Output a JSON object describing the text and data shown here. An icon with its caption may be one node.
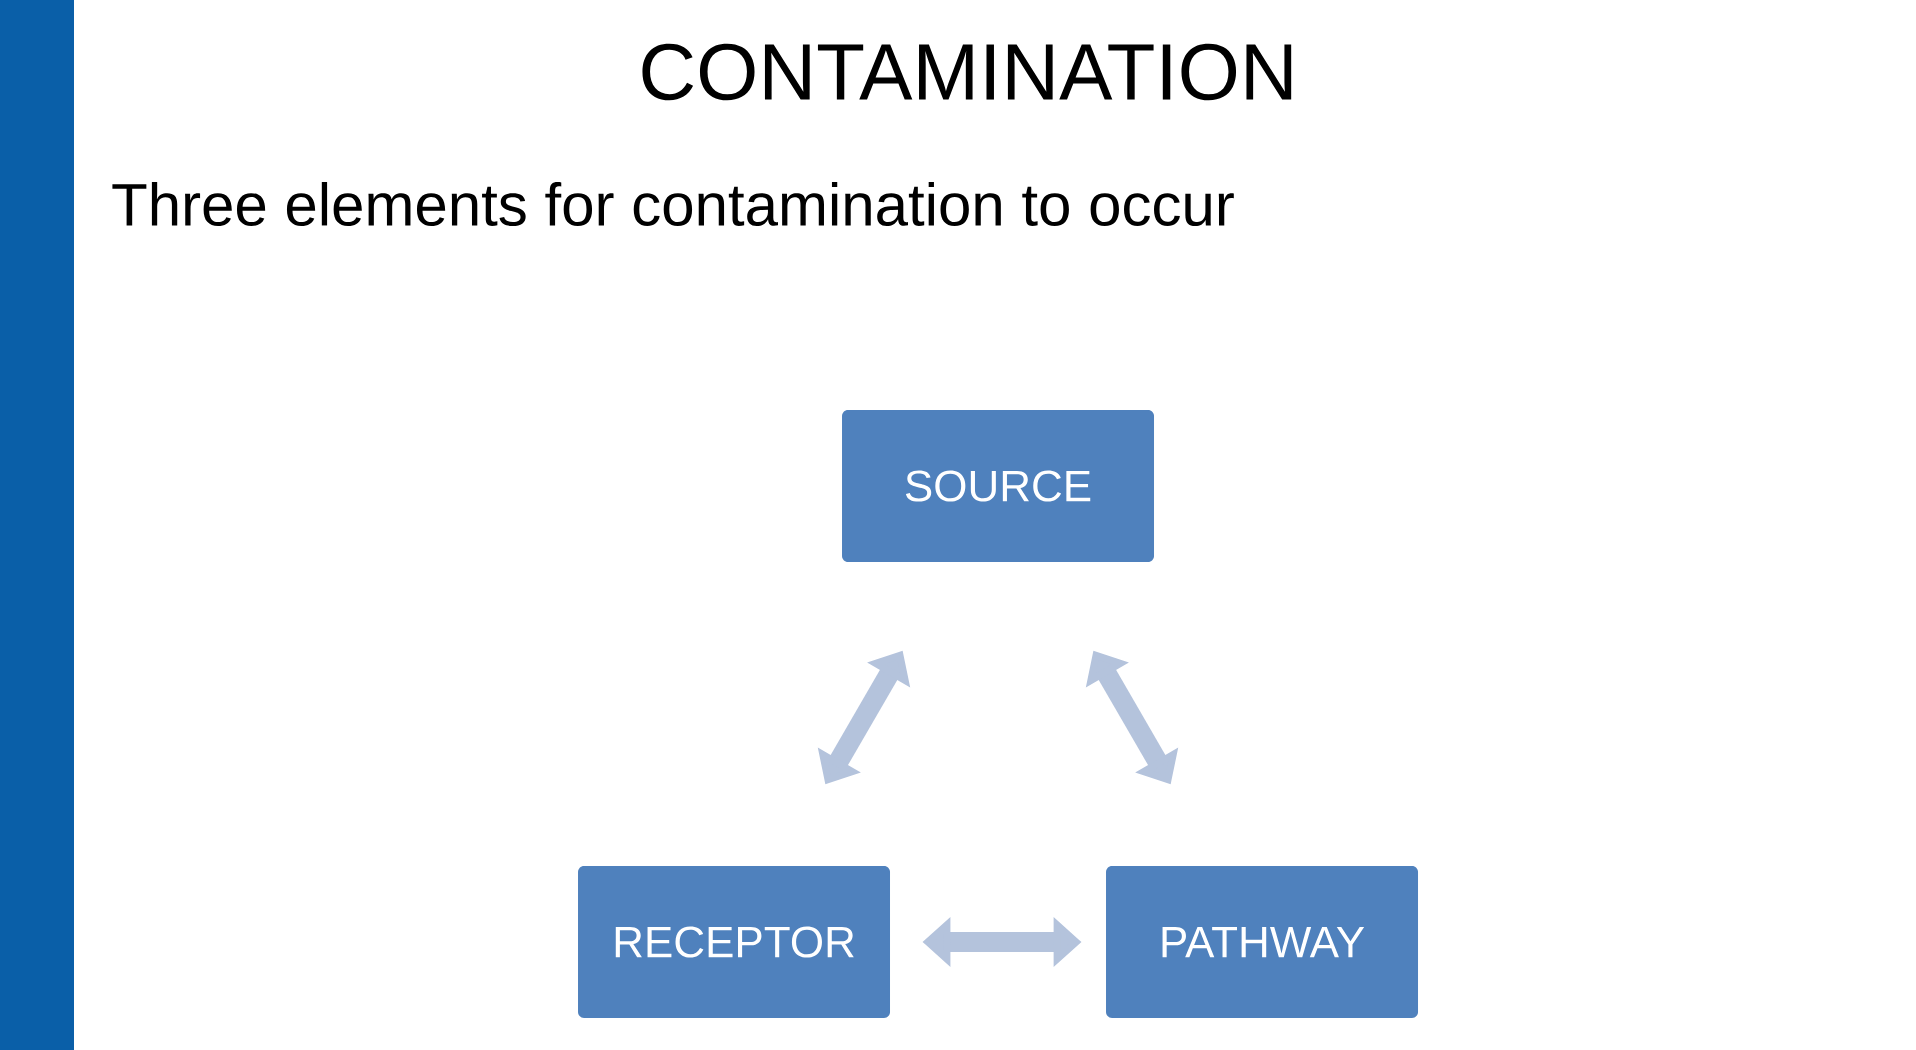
{
  "diagram": {
    "title": "CONTAMINATION",
    "nodes": [
      {
        "text": [
          "SOURCE"
        ]
      },
      {
        "text": [
          "RECEPTOR"
        ]
      },
      {
        "text": [
          "PATHWAY"
        ]
      }
    ],
    "edges": [
      {
        "from": 0,
        "to": 1,
        "arrow": "both"
      },
      {
        "from": 0,
        "to": 2,
        "arrow": "both"
      },
      {
        "from": 1,
        "to": 2,
        "arrow": "both"
      }
    ],
    "labels": [
      "Three elements for contamination to occur"
    ]
  }
}
